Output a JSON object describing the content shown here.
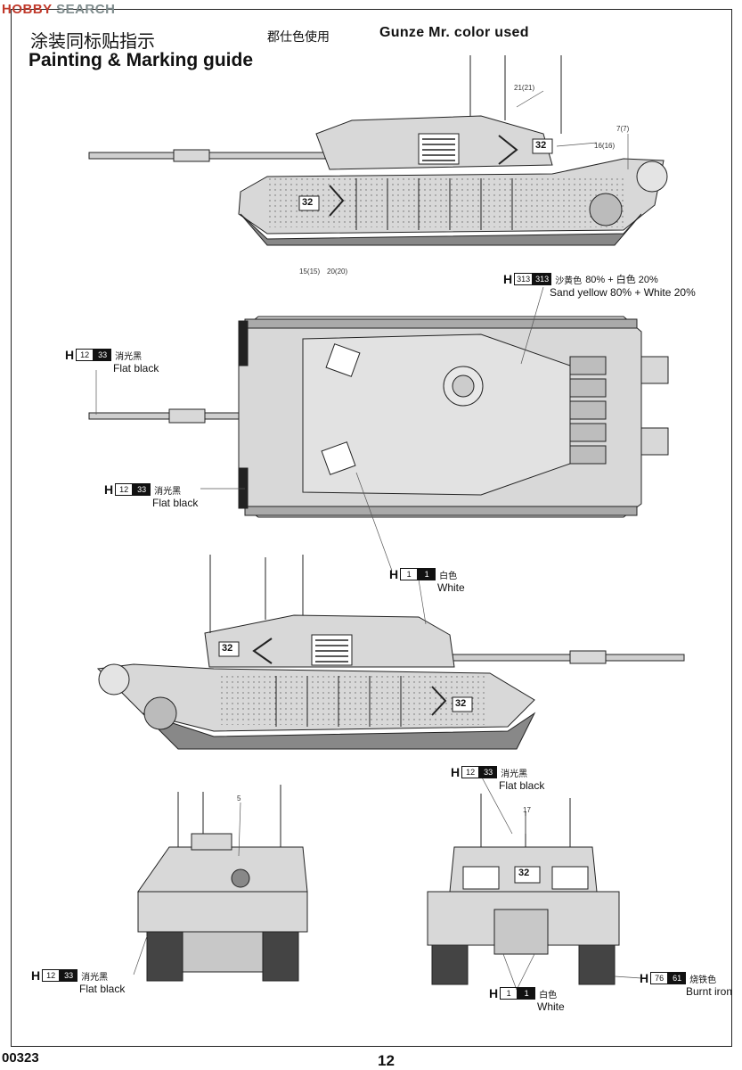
{
  "watermark": {
    "text_a": "HOBBY",
    "text_b": "SEARCH"
  },
  "header": {
    "title_cn": "涂装同标贴指示",
    "title_en": "Painting & Marking guide",
    "gunze_cn": "郡仕色使用",
    "gunze_en": "Gunze Mr. color used"
  },
  "part_numbers": {
    "p21": "21(21)",
    "p7": "7(7)",
    "p16": "16(16)",
    "p15": "15(15)",
    "p20": "20(20)",
    "p5": "5",
    "p17": "17"
  },
  "markings": {
    "turret_number": "32"
  },
  "callouts": {
    "sand": {
      "h": "H",
      "c1": "313",
      "c2": "313",
      "cn": "沙黄色",
      "mix": "80% + 白色   20%",
      "en": "Sand yellow  80% + White  20%"
    },
    "flat_black_1": {
      "h": "H",
      "c1": "12",
      "c2": "33",
      "cn": "消光黑",
      "en": "Flat black"
    },
    "flat_black_2": {
      "h": "H",
      "c1": "12",
      "c2": "33",
      "cn": "消光黑",
      "en": "Flat black"
    },
    "white_1": {
      "h": "H",
      "c1": "1",
      "c2": "1",
      "cn": "白色",
      "en": "White"
    },
    "flat_black_3": {
      "h": "H",
      "c1": "12",
      "c2": "33",
      "cn": "消光黑",
      "en": "Flat black"
    },
    "flat_black_4": {
      "h": "H",
      "c1": "12",
      "c2": "33",
      "cn": "消光黑",
      "en": "Flat black"
    },
    "white_2": {
      "h": "H",
      "c1": "1",
      "c2": "1",
      "cn": "白色",
      "en": "White"
    },
    "burnt_iron": {
      "h": "H",
      "c1": "76",
      "c2": "61",
      "cn": "烧铁色",
      "en": "Burnt iron"
    }
  },
  "footer": {
    "code": "00323",
    "page": "12"
  },
  "colors": {
    "hull": "#d8d8d8",
    "line": "#222222",
    "dark": "#555555"
  }
}
